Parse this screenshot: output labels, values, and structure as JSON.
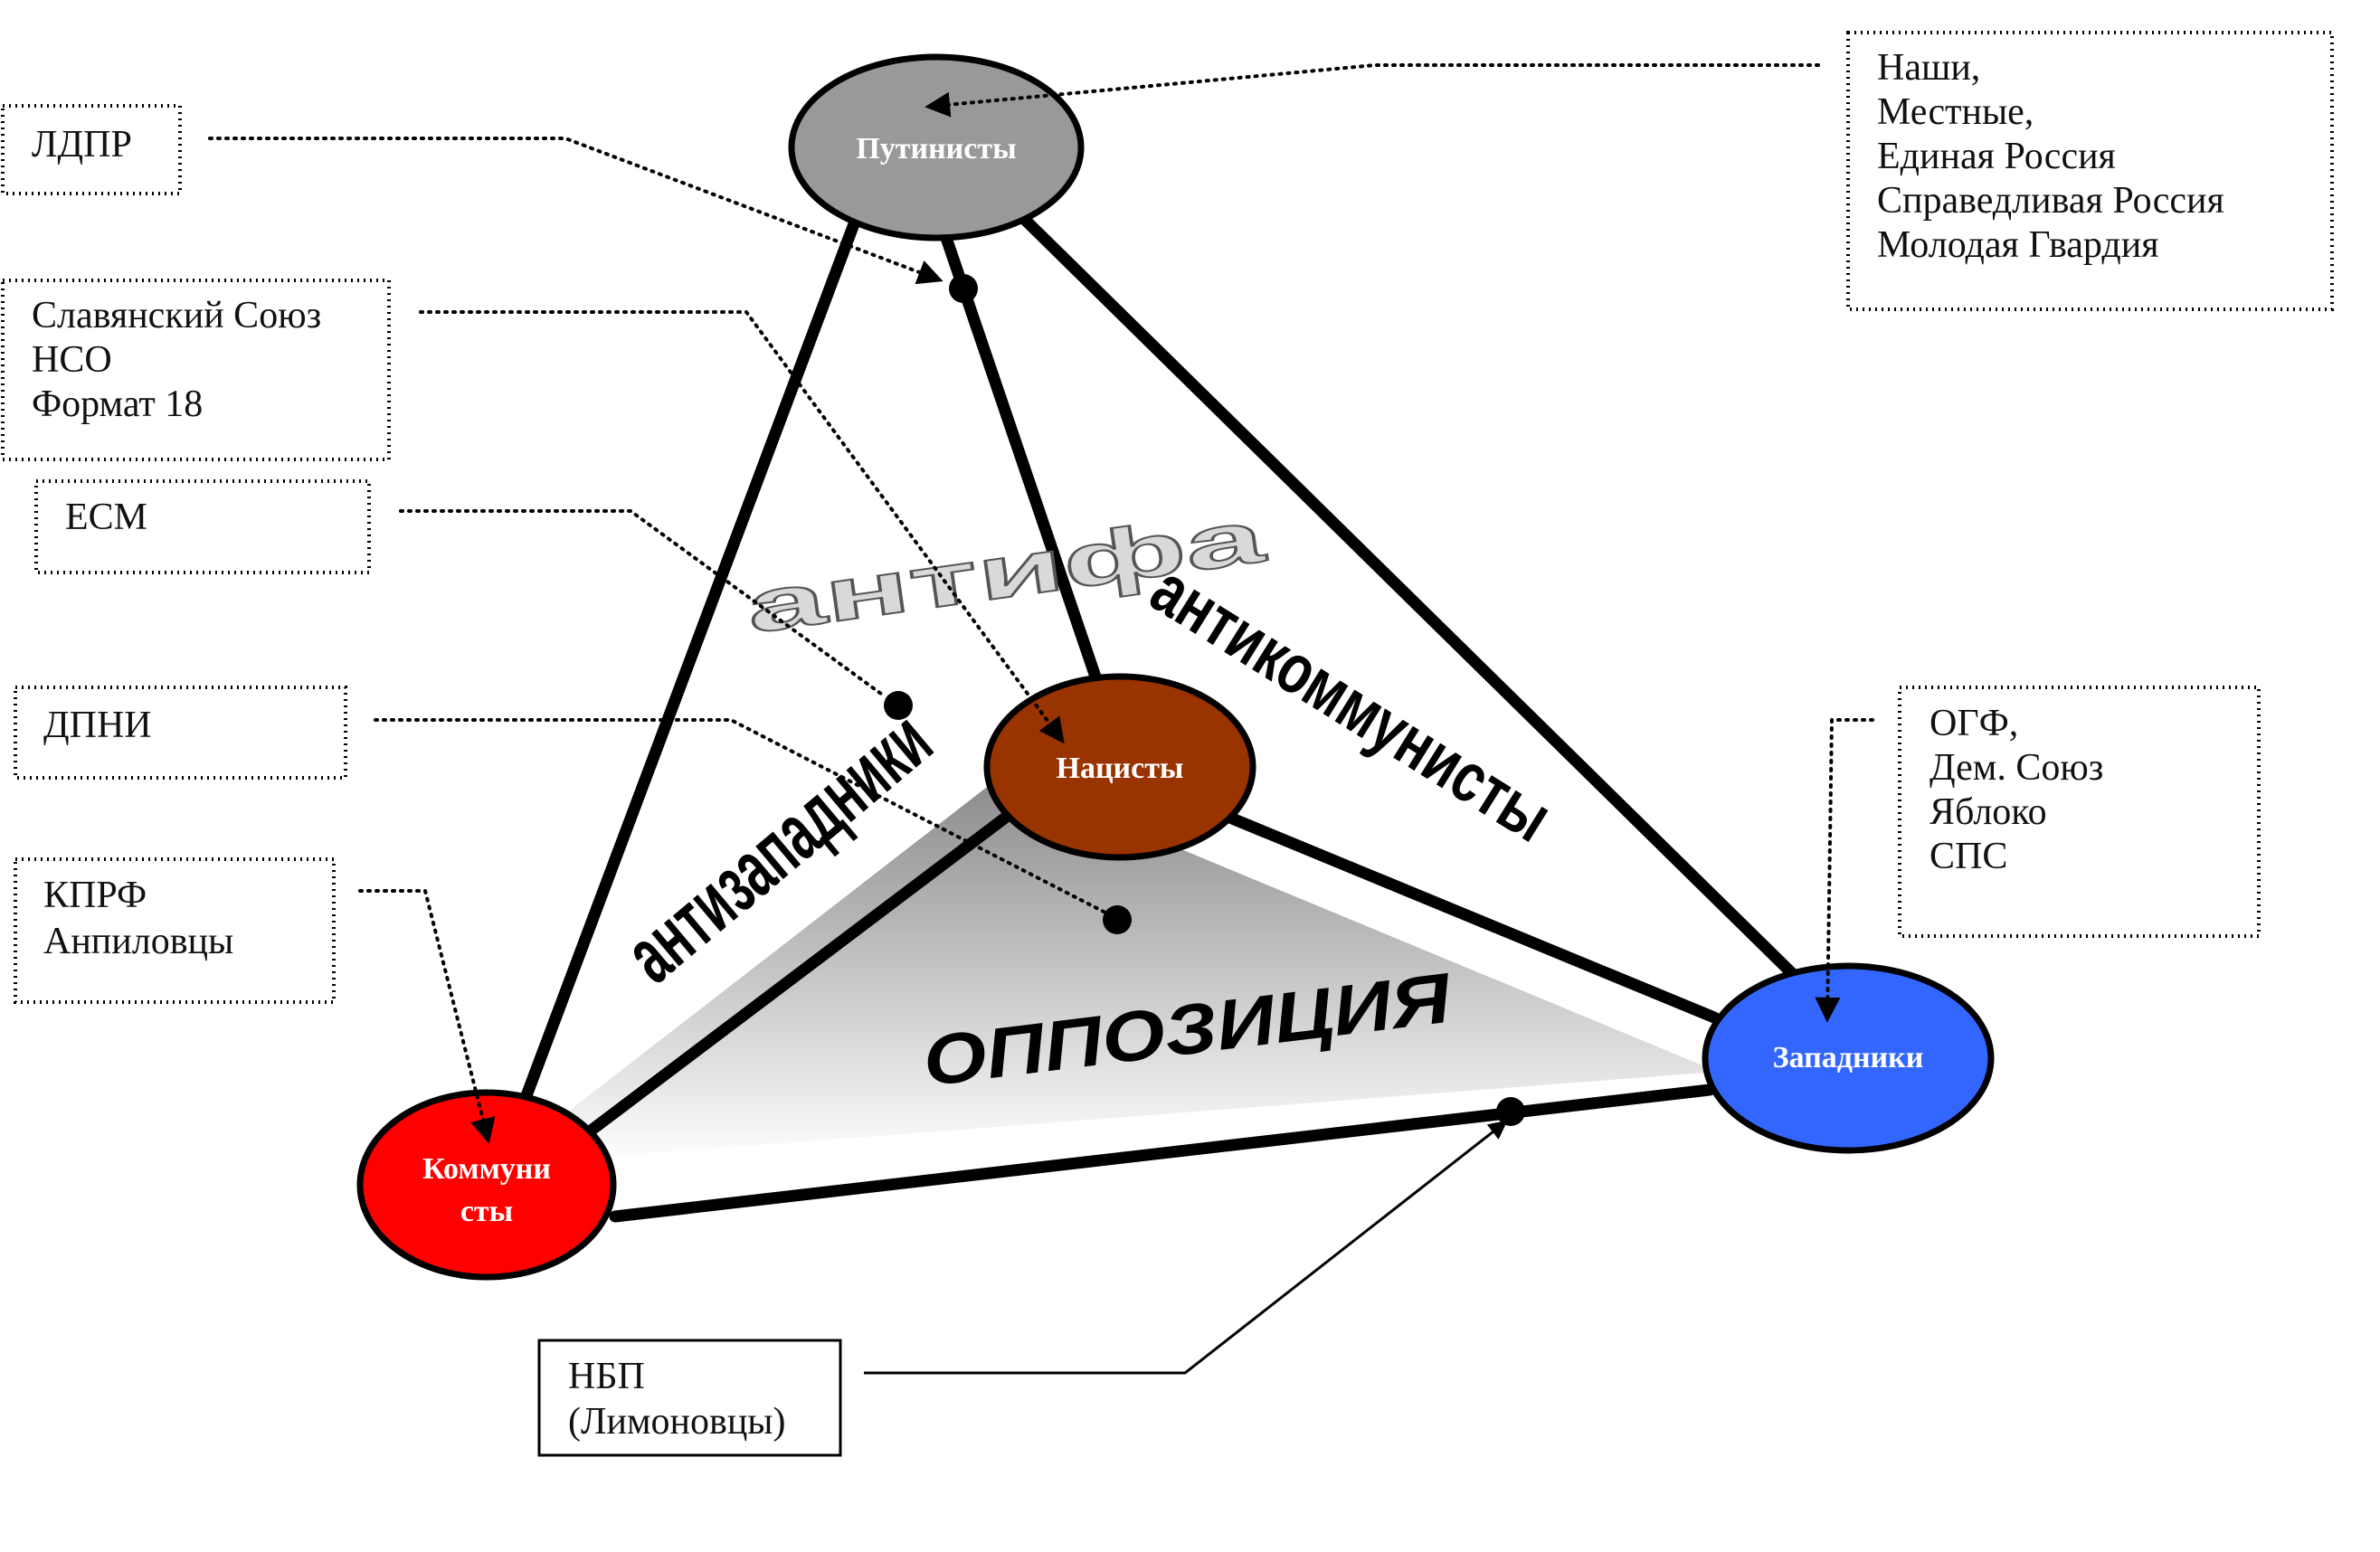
{
  "nodes": {
    "putinists": {
      "label": "Путинисты",
      "color": "#999999"
    },
    "nazis": {
      "label": "Нацисты",
      "color": "#993300"
    },
    "communists": {
      "lines": [
        "Коммуни",
        "сты"
      ],
      "color": "#ff0000"
    },
    "westerners": {
      "label": "Западники",
      "color": "#3366ff"
    }
  },
  "labels": {
    "antifa": "антифа",
    "anticommunists": "антикоммунисты",
    "antiwesterners": "антизападники",
    "opposition": "ОППОЗИЦИЯ"
  },
  "boxes": {
    "ldpr": [
      "ЛДПР"
    ],
    "slavic": [
      "Славянский Союз",
      "НСО",
      "Формат 18"
    ],
    "esm": [
      "ЕСМ"
    ],
    "dpni": [
      "ДПНИ"
    ],
    "kprf": [
      "КПРФ",
      "Анпиловцы"
    ],
    "nbp": [
      "НБП",
      "(Лимоновцы)"
    ],
    "nashi": [
      "Наши,",
      "Местные,",
      "Единая Россия",
      "Справедливая Россия",
      "Молодая Гвардия"
    ],
    "ogf": [
      "ОГФ,",
      "Дем. Союз",
      "Яблоко",
      "СПС"
    ]
  }
}
